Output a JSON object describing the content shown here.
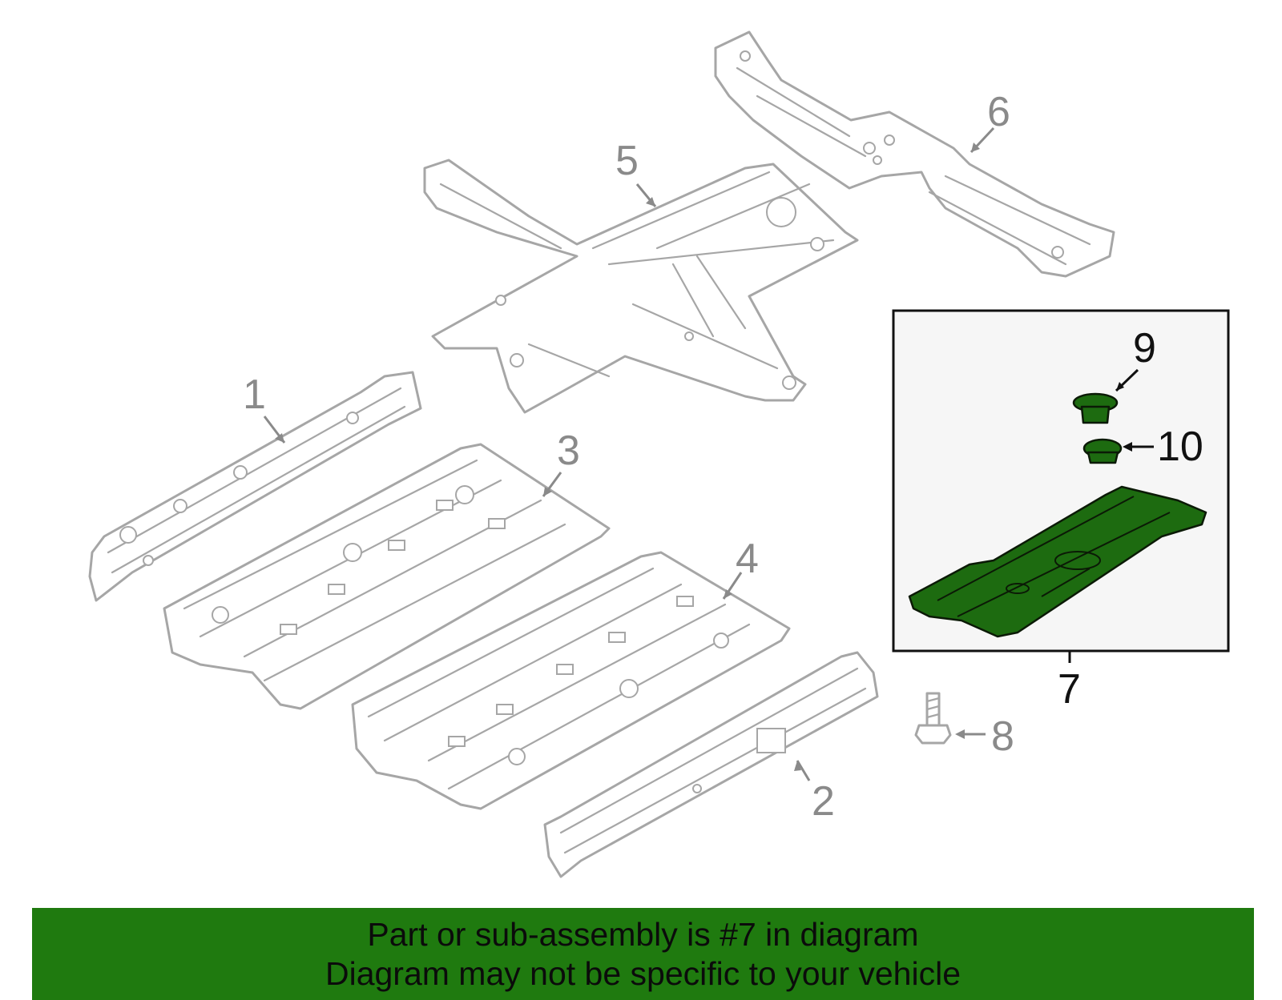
{
  "callouts": {
    "c1": "1",
    "c2": "2",
    "c3": "3",
    "c4": "4",
    "c5": "5",
    "c6": "6",
    "c7": "7",
    "c8": "8",
    "c9": "9",
    "c10": "10"
  },
  "highlight_part": "7",
  "colors": {
    "highlight_fill": "#1d6b10",
    "banner_bg": "#1f7a0f",
    "line_art": "#a6a6a6"
  },
  "banner": {
    "line1": "Part or sub-assembly is #7 in diagram",
    "line2": "Diagram may not be specific to your vehicle"
  }
}
